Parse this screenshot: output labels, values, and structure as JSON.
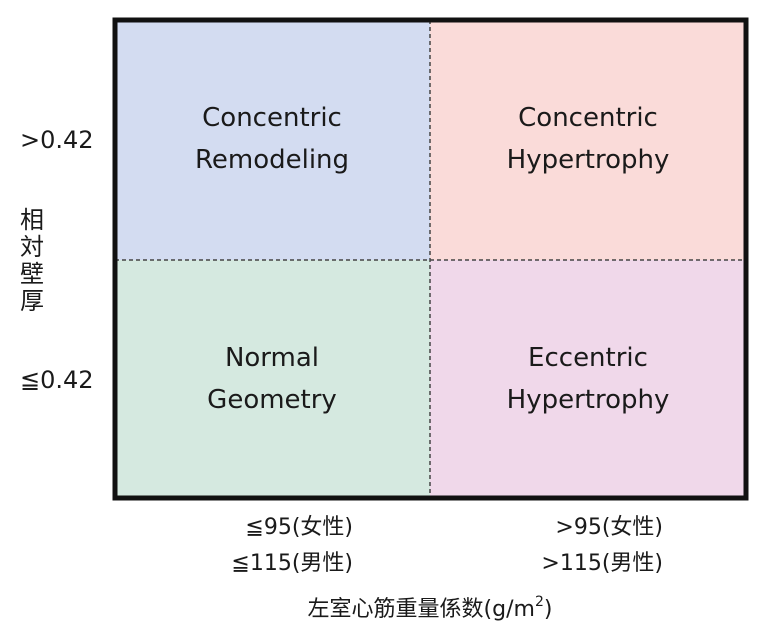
{
  "quadrants": {
    "top_left": {
      "line1": "Concentric",
      "line2": "Remodeling",
      "color": "#d3dcf1"
    },
    "top_right": {
      "line1": "Concentric",
      "line2": "Hypertrophy",
      "color": "#fadbd9"
    },
    "bottom_left": {
      "line1": "Normal",
      "line2": "Geometry",
      "color": "#d5e9e0"
    },
    "bottom_right": {
      "line1": "Eccentric",
      "line2": "Hypertrophy",
      "color": "#f0d8ea"
    }
  },
  "y_axis": {
    "label_chars": [
      "相",
      "対",
      "壁",
      "厚"
    ],
    "high": ">0.42",
    "low": "≦0.42"
  },
  "x_axis": {
    "left": {
      "line1": "≦95(女性)",
      "line2": "≦115(男性)"
    },
    "right": {
      "line1": ">95(女性)",
      "line2": ">115(男性)"
    },
    "title_main": "左室心筋重量係数(g/m",
    "title_sup": "2",
    "title_end": ")"
  },
  "colors": {
    "border": "#111111",
    "divider": "#444444"
  }
}
